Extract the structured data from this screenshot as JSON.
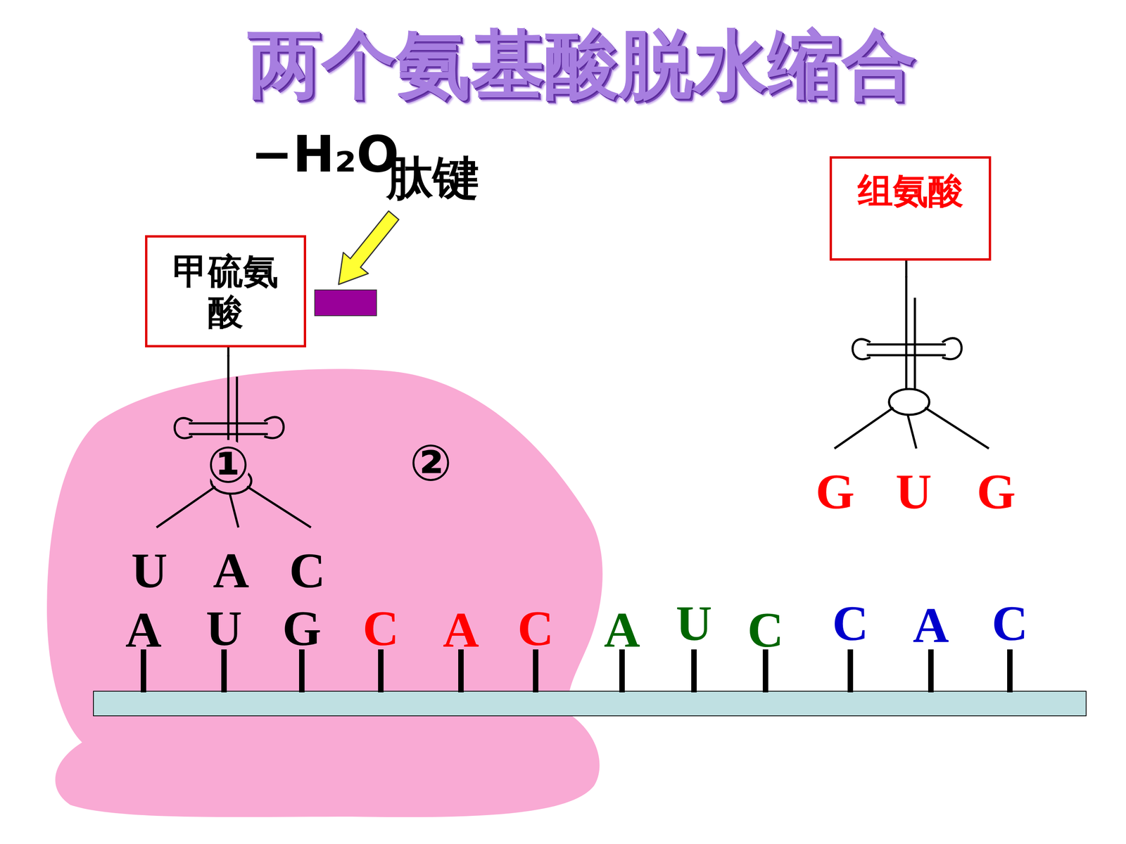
{
  "diagram": {
    "title": "两个氨基酸脱水缩合",
    "nodes": [
      {
        "text": [
          "甲硫氨酸"
        ]
      },
      {
        "text": [
          "组氨酸"
        ]
      }
    ],
    "labels": [
      "−H₂O",
      "肽键",
      "①",
      "②",
      "G",
      "U",
      "G",
      "U",
      "A",
      "C",
      "A",
      "U",
      "G",
      "C",
      "A",
      "C",
      "A",
      "U",
      "C",
      "C",
      "A",
      "C"
    ]
  }
}
